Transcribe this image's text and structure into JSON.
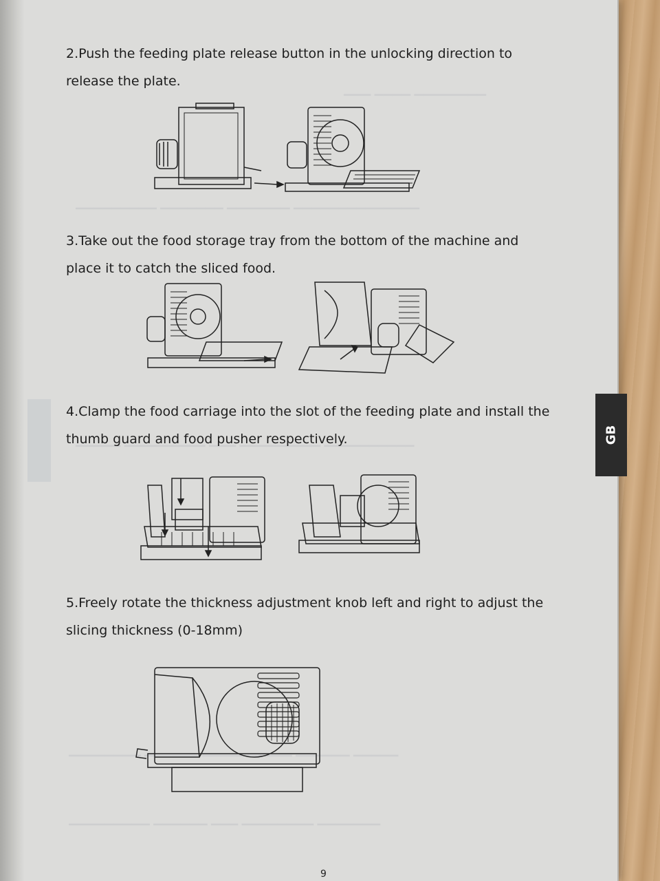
{
  "steps": [
    {
      "text_line1": "2.Push the feeding plate release button in the unlocking direction to",
      "text_line2": "release the plate."
    },
    {
      "text_line1": "3.Take out the food storage tray from the bottom of the machine and",
      "text_line2": "place it to catch the sliced food."
    },
    {
      "text_line1": "4.Clamp the food carriage into the slot of the feeding plate and install the",
      "text_line2": "thumb guard and food pusher respectively."
    },
    {
      "text_line1": "5.Freely rotate the thickness adjustment knob left and right to adjust the",
      "text_line2": "slicing thickness (0-18mm)"
    }
  ],
  "side_tab": {
    "label": "GB"
  },
  "page_number": "9",
  "colors": {
    "page": "#dcdcda",
    "ink": "#1e1e1e",
    "tab": "#2b2b2b"
  }
}
